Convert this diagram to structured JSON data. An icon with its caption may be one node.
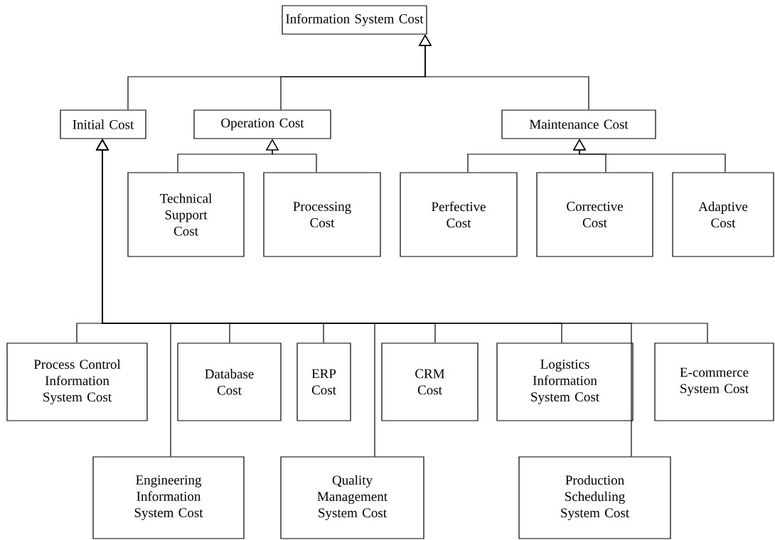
{
  "diagram": {
    "nodes": [
      {
        "text": [
          "Information System Cost"
        ]
      },
      {
        "text": [
          "Initial Cost"
        ]
      },
      {
        "text": [
          "Operation Cost"
        ]
      },
      {
        "text": [
          "Maintenance Cost"
        ]
      },
      {
        "text": [
          "Technical Support Cost"
        ]
      },
      {
        "text": [
          "Processing Cost"
        ]
      },
      {
        "text": [
          "Perfective Cost"
        ]
      },
      {
        "text": [
          "Corrective Cost"
        ]
      },
      {
        "text": [
          "Adaptive Cost"
        ]
      },
      {
        "text": [
          "Process Control Information System Cost"
        ]
      },
      {
        "text": [
          "Database Cost"
        ]
      },
      {
        "text": [
          "ERP Cost"
        ]
      },
      {
        "text": [
          "CRM Cost"
        ]
      },
      {
        "text": [
          "Logistics Information System Cost"
        ]
      },
      {
        "text": [
          "E-commerce System Cost"
        ]
      },
      {
        "text": [
          "Engineering Information System Cost"
        ]
      },
      {
        "text": [
          "Quality Management System Cost"
        ]
      },
      {
        "text": [
          "Production Scheduling System Cost"
        ]
      }
    ],
    "edges": [
      {
        "from": 1,
        "to": 0,
        "arrow": "to"
      },
      {
        "from": 2,
        "to": 0,
        "arrow": "to"
      },
      {
        "from": 3,
        "to": 0,
        "arrow": "to"
      },
      {
        "from": 4,
        "to": 2,
        "arrow": "to"
      },
      {
        "from": 5,
        "to": 2,
        "arrow": "to"
      },
      {
        "from": 6,
        "to": 3,
        "arrow": "to"
      },
      {
        "from": 7,
        "to": 3,
        "arrow": "to"
      },
      {
        "from": 8,
        "to": 3,
        "arrow": "to"
      },
      {
        "from": 9,
        "to": 1,
        "arrow": "to"
      },
      {
        "from": 10,
        "to": 1,
        "arrow": "to"
      },
      {
        "from": 11,
        "to": 1,
        "arrow": "to"
      },
      {
        "from": 12,
        "to": 1,
        "arrow": "to"
      },
      {
        "from": 13,
        "to": 1,
        "arrow": "to"
      },
      {
        "from": 14,
        "to": 1,
        "arrow": "to"
      },
      {
        "from": 15,
        "to": 1,
        "arrow": "to"
      },
      {
        "from": 16,
        "to": 1,
        "arrow": "to"
      },
      {
        "from": 17,
        "to": 1,
        "arrow": "to"
      }
    ]
  }
}
